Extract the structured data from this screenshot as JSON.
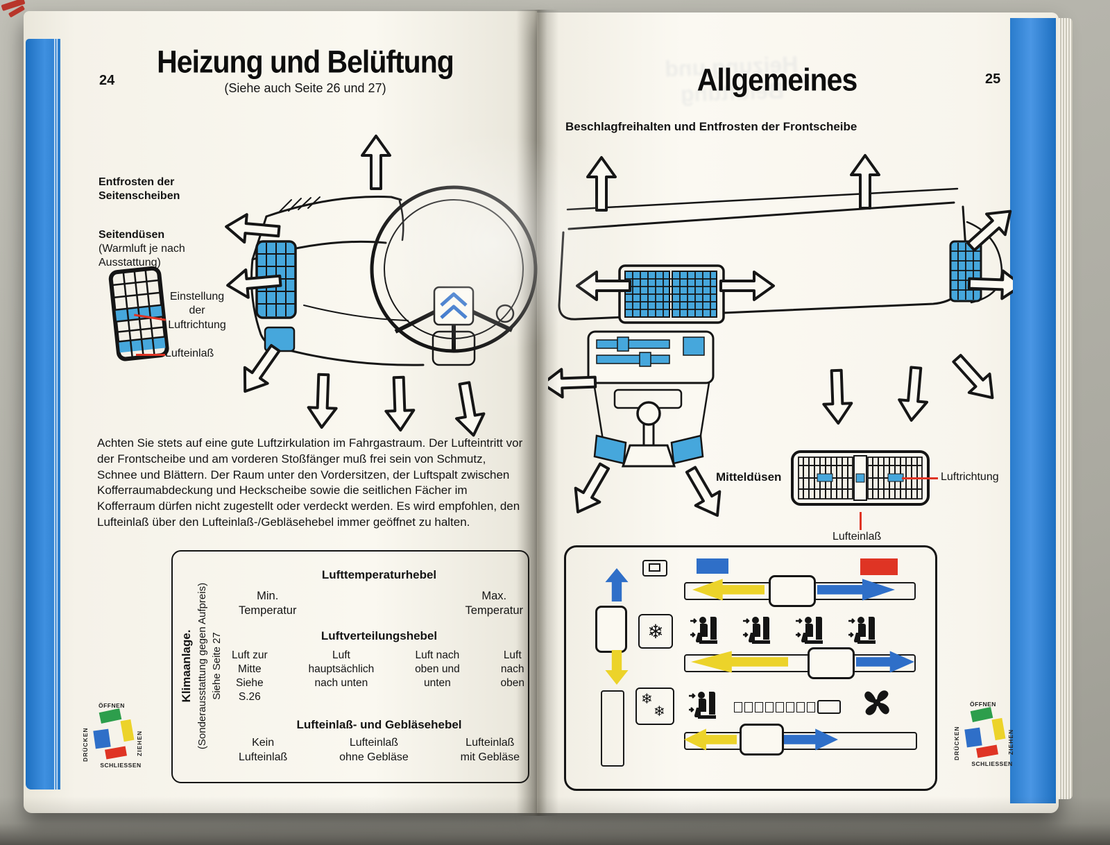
{
  "book": {
    "left_page": {
      "page_number": "24",
      "title": "Heizung und Belüftung",
      "subtitle": "(Siehe auch Seite 26 und 27)",
      "defrost_label": "Entfrosten der\nSeitenscheiben",
      "side_vents_label": "Seitendüsen",
      "side_vents_note": "(Warmluft je nach\nAusstattung)",
      "air_direction_label": "Einstellung\nder\nLuftrichtung",
      "air_inlet_label": "Lufteinlaß",
      "body_text": "Achten Sie stets auf eine gute Luftzirkulation im Fahrgastraum. Der Lufteintritt vor der Frontscheibe und am vorderen Stoßfänger muß frei sein von Schmutz, Schnee und Blättern. Der Raum unter den Vordersitzen, der Luftspalt zwischen Kofferraumabdeckung und Heckscheibe sowie die seitlichen Fächer im Kofferraum dürfen nicht zugestellt oder verdeckt werden. Es wird empfohlen, den Lufteinlaß über den Lufteinlaß-/Gebläsehebel immer geöffnet zu halten.",
      "levers_box": {
        "climate_title": "Klimaanlage.",
        "climate_note": "(Sonderausstattung gegen Aufpreis)",
        "climate_ref": "Siehe Seite 27",
        "temperature_heading": "Lufttemperaturhebel",
        "temperature_min": "Min.\nTemperatur",
        "temperature_max": "Max.\nTemperatur",
        "distribution_heading": "Luftverteilungshebel",
        "distribution_options": [
          "Luft zur\nMitte\nSiehe\nS.26",
          "Luft\nhauptsächlich\nnach unten",
          "Luft nach\noben und\nunten",
          "Luft\nnach\noben"
        ],
        "inlet_heading": "Lufteinlaß- und Gebläsehebel",
        "inlet_options": [
          "Kein\nLufteinlaß",
          "Lufteinlaß\nohne Gebläse",
          "Lufteinlaß\nmit Gebläse"
        ]
      },
      "knob_legend": {
        "open": "ÖFFNEN",
        "press": "DRÜCKEN",
        "pull": "ZIEHEN",
        "close": "SCHLIESSEN"
      }
    },
    "right_page": {
      "page_number": "25",
      "title": "Allgemeines",
      "section_heading": "Beschlagfreihalten und Entfrosten der Frontscheibe",
      "center_vents_label": "Mitteldüsen",
      "air_direction_label": "Luftrichtung",
      "air_inlet_label": "Lufteinlaß",
      "knob_legend": {
        "open": "ÖFFNEN",
        "press": "DRÜCKEN",
        "pull": "ZIEHEN",
        "close": "SCHLIESSEN"
      }
    }
  },
  "icons": {
    "snowflake": "❄"
  },
  "colors": {
    "page_edge_blue": "#2b7fd6",
    "vent_blue": "#46a7dc",
    "arrow_blue": "#2f6fc8",
    "arrow_yellow": "#ecd32a",
    "red": "#df3424",
    "green": "#2d9e4c"
  }
}
